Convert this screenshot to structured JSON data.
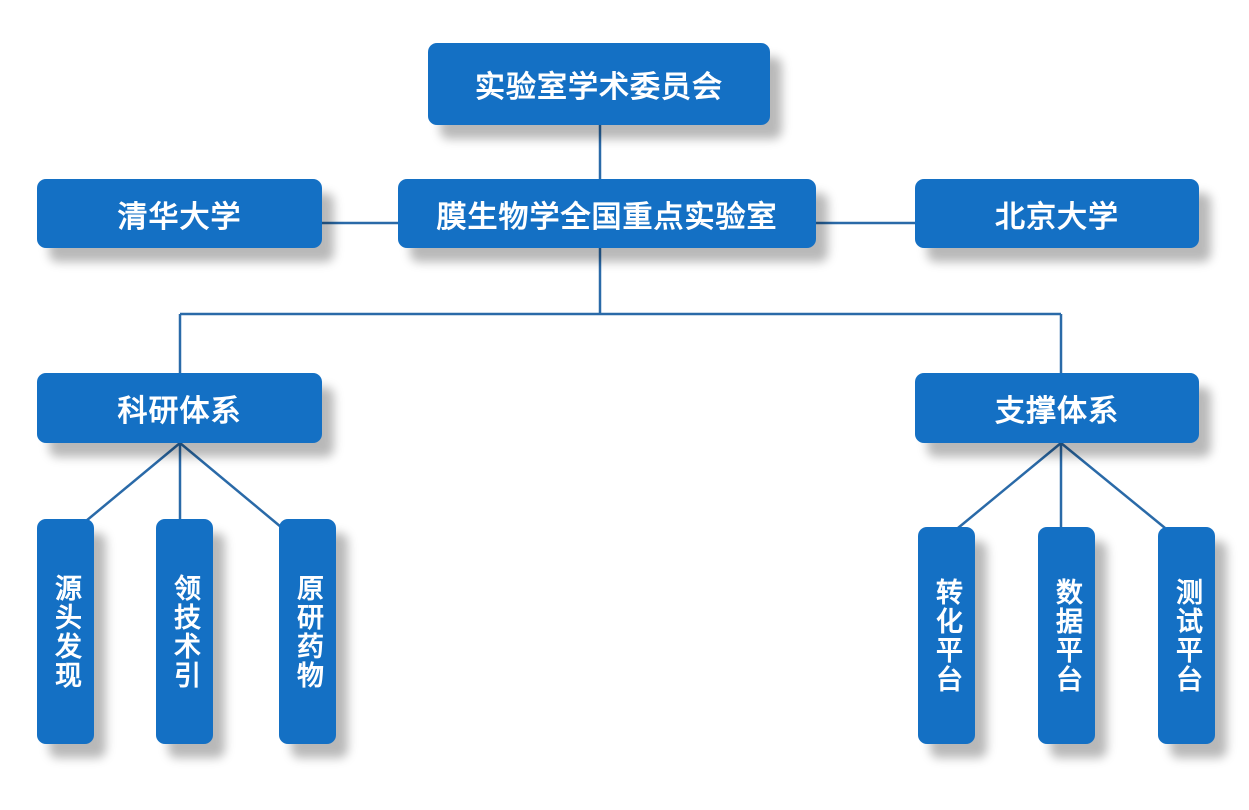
{
  "diagram": {
    "committee": "实验室学术委员会",
    "lab": "膜生物学全国重点实验室",
    "left_partner": "清华大学",
    "right_partner": "北京大学",
    "research_system": {
      "label": "科研体系",
      "children": [
        "源头发现",
        "领技术引",
        "原研药物"
      ]
    },
    "support_system": {
      "label": "支撑体系",
      "children": [
        "转化平台",
        "数据平台",
        "测试平台"
      ]
    }
  },
  "colors": {
    "box_fill": "#1470c4",
    "line": "#2a6aa8",
    "text": "#ffffff"
  }
}
